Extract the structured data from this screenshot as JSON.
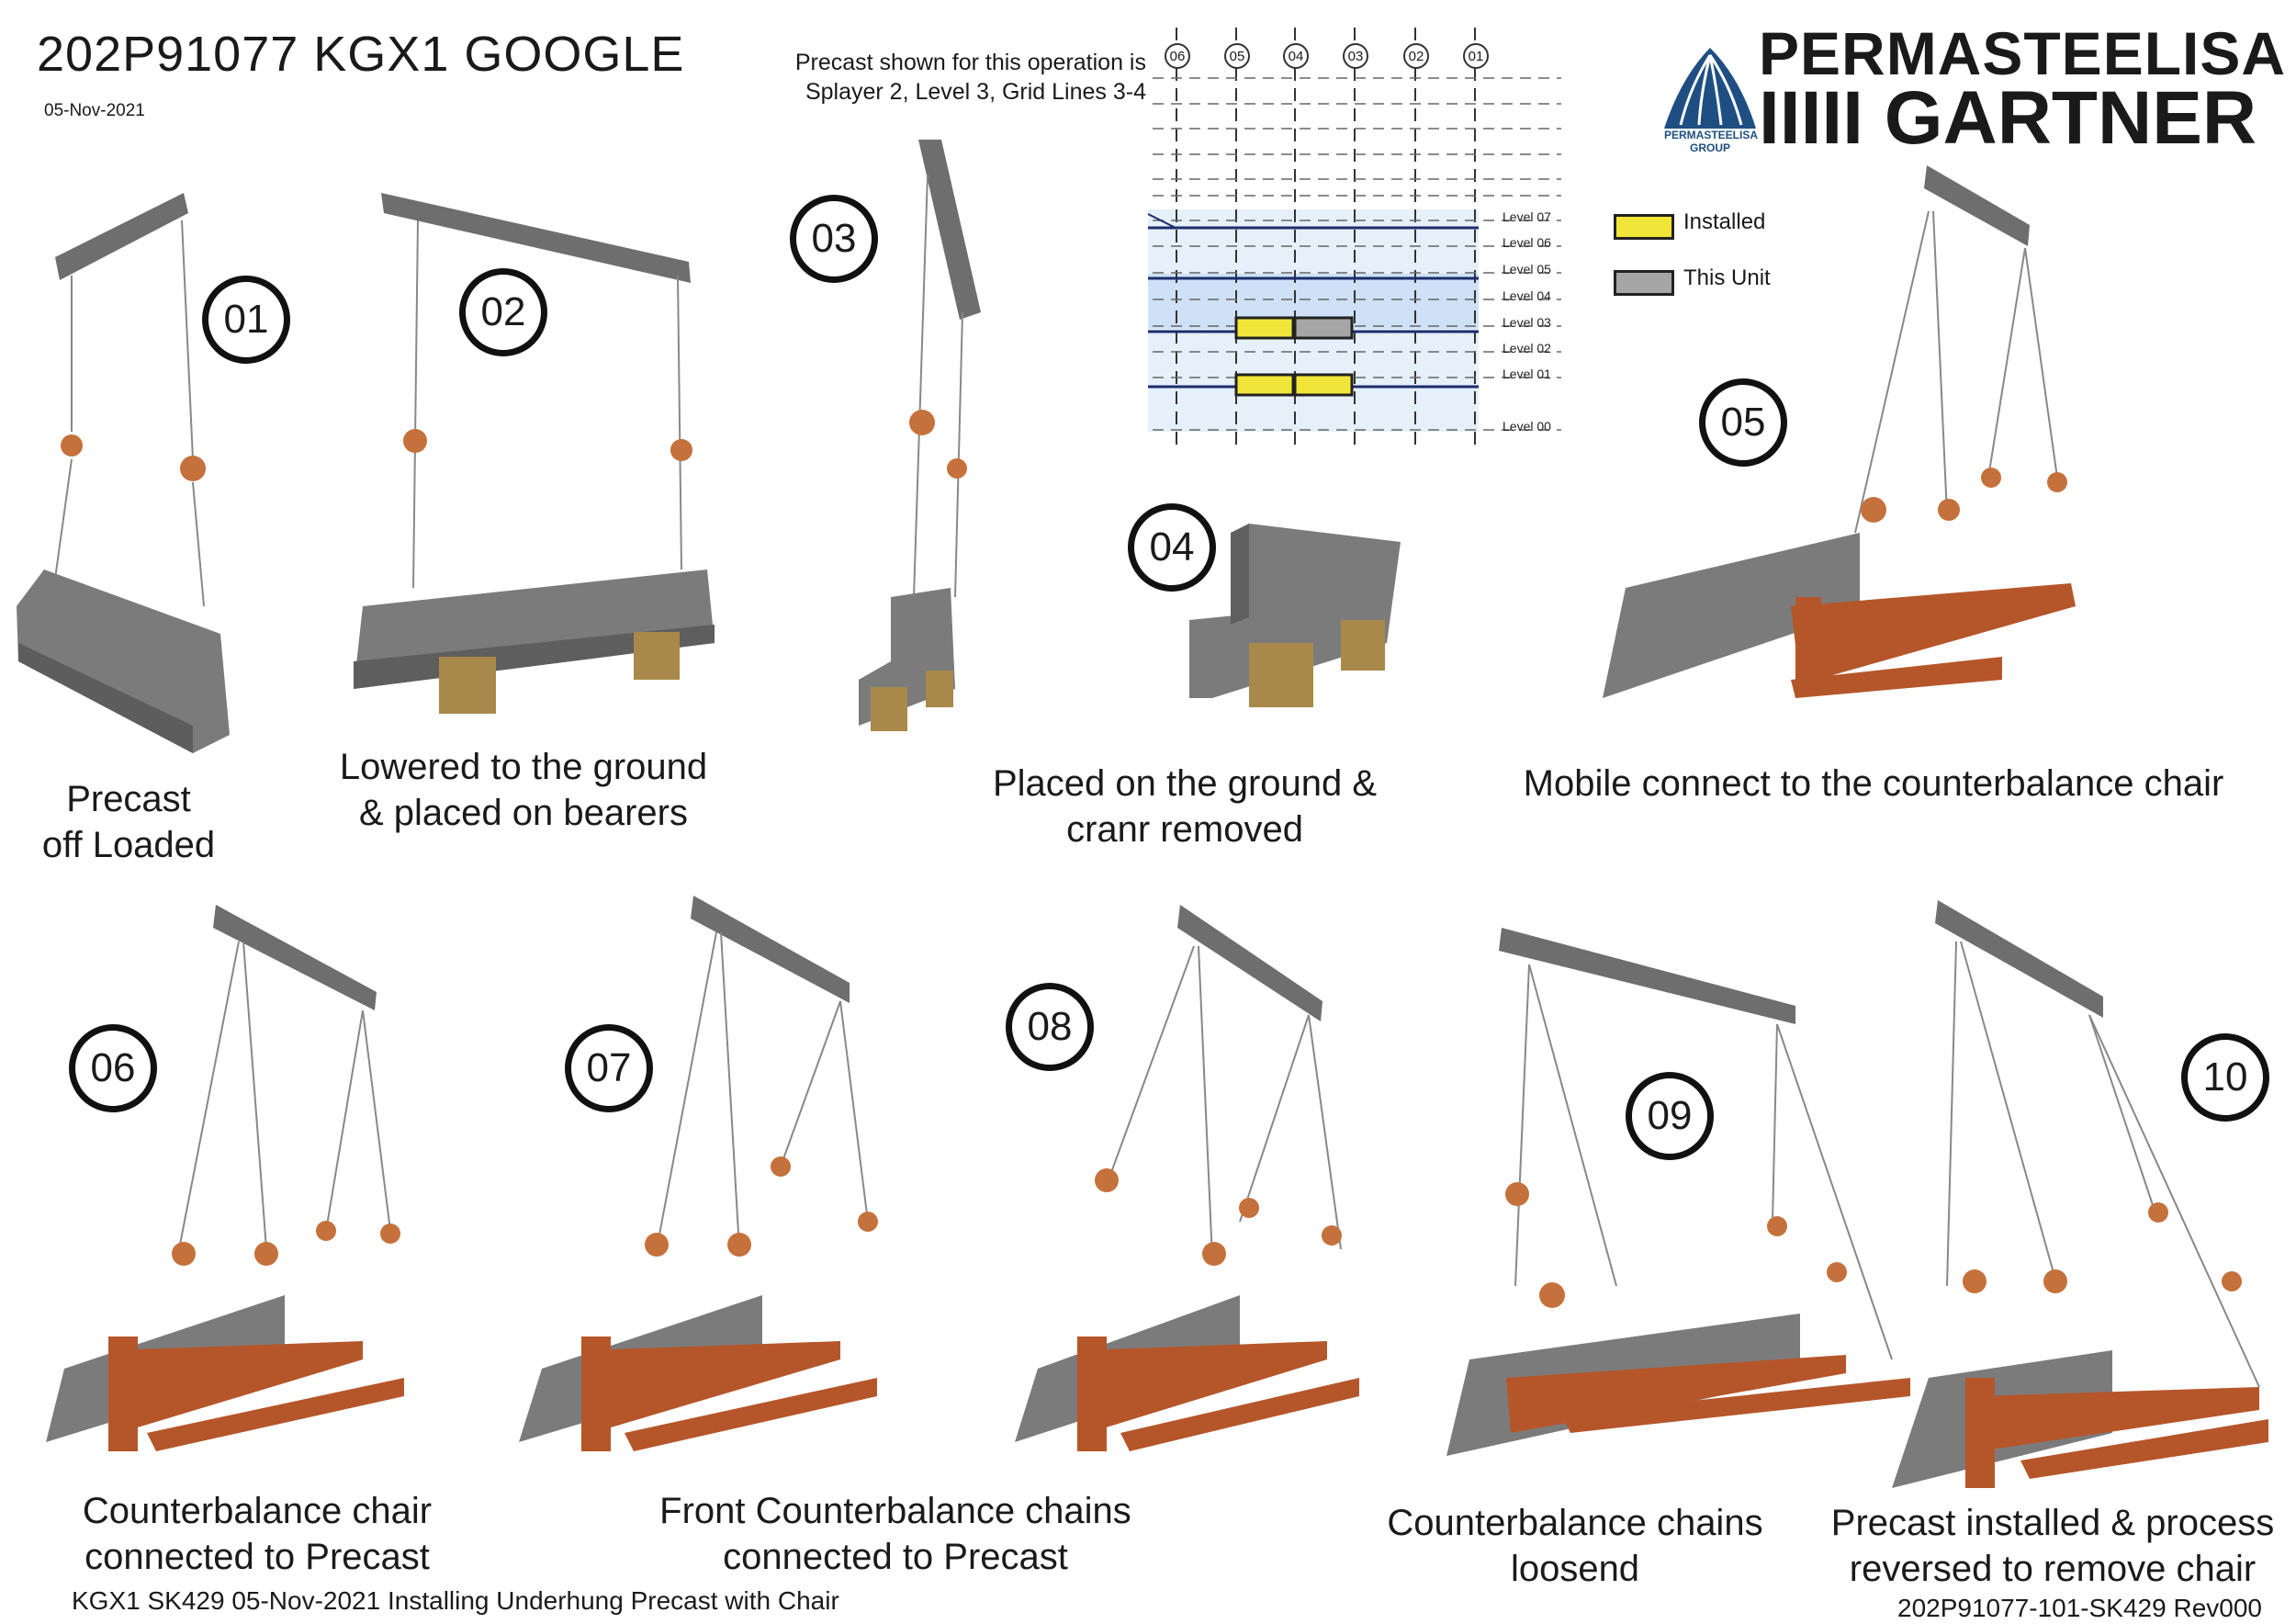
{
  "header": {
    "title": "202P91077 KGX1 GOOGLE",
    "date": "05-Nov-2021",
    "note_line1": "Precast shown for this operation is",
    "note_line2": "Splayer 2, Level 3, Grid Lines 3-4"
  },
  "logo": {
    "name1": "PERMASTEELISA",
    "name2": "IIIII GARTNER",
    "group_line1": "PERMASTEELISA",
    "group_line2": "GROUP"
  },
  "elevation": {
    "grid_labels": [
      "06",
      "05",
      "04",
      "03",
      "02",
      "01"
    ],
    "level_labels": [
      "Level 07",
      "Level 06",
      "Level 05",
      "Level 04",
      "Level 03",
      "Level 02",
      "Level 01",
      "Level 00"
    ]
  },
  "legend": {
    "installed": "Installed",
    "this_unit": "This Unit",
    "installed_color": "#f2e53a",
    "this_unit_color": "#a6a6a6"
  },
  "steps": [
    {
      "num": "01",
      "caption_line1": "Precast",
      "caption_line2": "off Loaded"
    },
    {
      "num": "02",
      "caption_line1": "Lowered to the ground",
      "caption_line2": "& placed on bearers"
    },
    {
      "num": "03",
      "caption_line1": "",
      "caption_line2": ""
    },
    {
      "num": "04",
      "caption_line1": "Placed on the ground &",
      "caption_line2": "cranr removed"
    },
    {
      "num": "05",
      "caption_line1": "Mobile connect to the counterbalance chair",
      "caption_line2": ""
    },
    {
      "num": "06",
      "caption_line1": "Counterbalance chair",
      "caption_line2": "connected to Precast"
    },
    {
      "num": "07",
      "caption_line1": "Front Counterbalance chains",
      "caption_line2": "connected to Precast"
    },
    {
      "num": "08",
      "caption_line1": "",
      "caption_line2": ""
    },
    {
      "num": "09",
      "caption_line1": "Counterbalance chains",
      "caption_line2": "loosend"
    },
    {
      "num": "10",
      "caption_line1": "Precast installed & process",
      "caption_line2": "reversed to remove chair"
    }
  ],
  "footer": {
    "left": "KGX1 SK429 05-Nov-2021 Installing Underhung Precast with Chair",
    "right": "202P91077-101-SK429 Rev000"
  },
  "colors": {
    "precast": "#7b7b7b",
    "beam": "#6e6e6e",
    "chair": "#b5562a",
    "bearer": "#a8894b",
    "hoist": "#c5713c",
    "hook": "#3d6b3a",
    "logo_blue": "#1f4f82"
  }
}
